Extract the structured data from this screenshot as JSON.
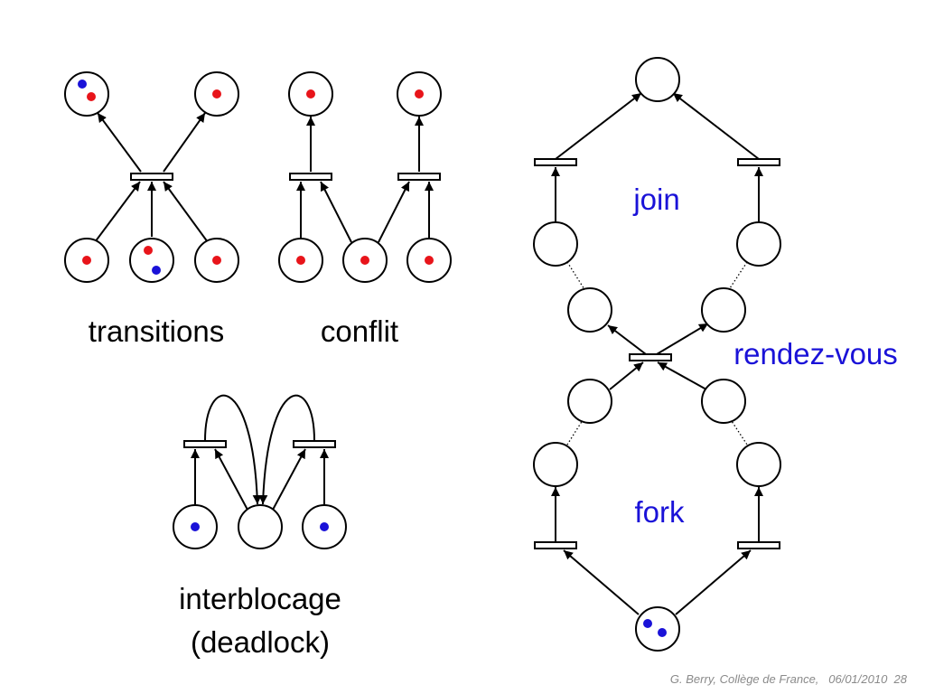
{
  "labels": {
    "transitions": "transitions",
    "conflit": "conflit",
    "interblocage": "interblocage",
    "deadlock": "(deadlock)",
    "join": "join",
    "rendez_vous": "rendez-vous",
    "fork": "fork"
  },
  "footer": {
    "text": "G. Berry, Collège de France,   06/01/2010  28"
  },
  "colors": {
    "token_red": "#e8141a",
    "token_blue": "#1a12d8",
    "label_blue": "#1a12d8",
    "footer_gray": "#8a8a8a"
  }
}
